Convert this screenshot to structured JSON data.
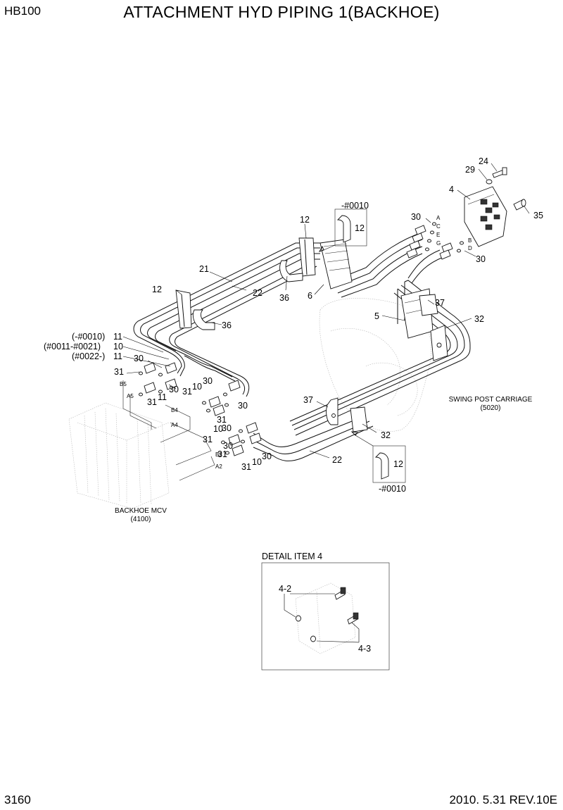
{
  "header": {
    "model": "HB100",
    "title": "ATTACHMENT HYD PIPING 1(BACKHOE)",
    "page_number": "3160",
    "revision": "2010. 5.31  REV.10E"
  },
  "callouts": {
    "c24": "24",
    "c29": "29",
    "c4": "4",
    "c35": "35",
    "c30a": "30",
    "c30b": "30",
    "c12_top": "12",
    "c12_box1": "12",
    "c12_left": "12",
    "c12_box2": "12",
    "c21": "21",
    "c22a": "22",
    "c36a": "36",
    "c6": "6",
    "c36b": "36",
    "c5": "5",
    "c37a": "37",
    "c32a": "32",
    "c11a": "11",
    "c10a": "10",
    "c11b": "11",
    "c30c": "30",
    "c31a": "31",
    "c30d": "30",
    "c31b": "31",
    "c11c": "11",
    "c31c": "31",
    "c10b": "10",
    "c30e": "30",
    "c30f": "30",
    "c31d": "31",
    "c10c": "10",
    "c31e": "31",
    "c30g": "30",
    "c31f": "31",
    "c10d": "10",
    "c30h": "30",
    "c31g": "31",
    "c37b": "37",
    "c32b": "32",
    "c22b": "22"
  },
  "serials": {
    "s1": "-#0010",
    "s2": "-#0010",
    "s3": "(-#0010)",
    "s4": "(#0011-#0021)",
    "s5": "(#0022-)"
  },
  "ports": {
    "A": "A",
    "C": "C",
    "E": "E",
    "G": "G",
    "B": "B",
    "D": "D",
    "B5": "B5",
    "A5": "A5",
    "B4": "B4",
    "A4": "A4",
    "B2": "B2",
    "A2": "A2"
  },
  "notes": {
    "swing_post_name": "SWING POST CARRIAGE",
    "swing_post_ref": "(5020)",
    "mcv_name": "BACKHOE MCV",
    "mcv_ref": "(4100)"
  },
  "detail": {
    "title": "DETAIL ITEM 4",
    "item1": "4-2",
    "item2": "4-3"
  }
}
